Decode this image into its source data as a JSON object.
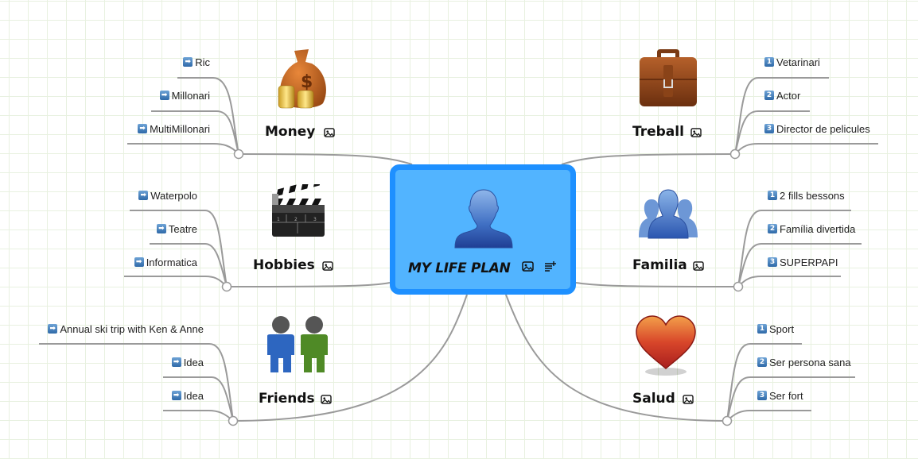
{
  "central": {
    "title": "MY LIFE PLAN",
    "icon": "user-silhouette-icon",
    "image_icon": "image-icon",
    "notes_icon": "add-notes-icon",
    "border_color": "#1e90ff",
    "fill_color": "#52b4ff"
  },
  "topics": [
    {
      "label": "Money",
      "image": "money-bag-icon",
      "side": "left",
      "marker": "arrow-right",
      "children": [
        "Ric",
        "Millonari",
        "MultiMillonari"
      ]
    },
    {
      "label": "Hobbies",
      "image": "clapperboard-icon",
      "side": "left",
      "marker": "arrow-right",
      "children": [
        "Waterpolo",
        "Teatre",
        "Informatica"
      ]
    },
    {
      "label": "Friends",
      "image": "two-people-icon",
      "side": "left",
      "marker": "arrow-right",
      "children": [
        "Annual ski trip with Ken & Anne",
        "Idea",
        "Idea"
      ]
    },
    {
      "label": "Treball",
      "image": "briefcase-icon",
      "side": "right",
      "marker": "number",
      "children": [
        "Vetarinari",
        "Actor",
        "Director de pelicules"
      ]
    },
    {
      "label": "Familia",
      "image": "group-users-icon",
      "side": "right",
      "marker": "number",
      "children": [
        "2 fills bessons",
        "Família divertida",
        "SUPERPAPI"
      ]
    },
    {
      "label": "Salud",
      "image": "heart-icon",
      "side": "right",
      "marker": "number",
      "children": [
        "Sport",
        "Ser persona sana",
        "Ser fort"
      ]
    }
  ],
  "markers": {
    "arrow": "➡",
    "numbers": [
      "1",
      "2",
      "3"
    ]
  },
  "colors": {
    "line": "#999999",
    "grid": "#e8f1e0"
  }
}
